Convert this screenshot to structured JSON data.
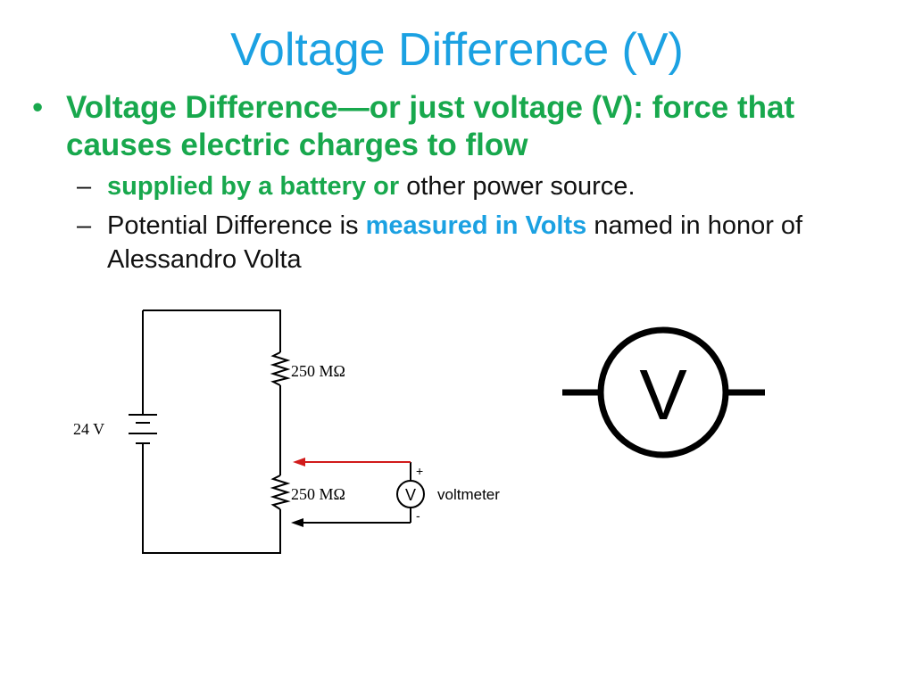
{
  "slide": {
    "title": "Voltage Difference (V)",
    "bullet1": {
      "marker": "•",
      "text": "Voltage Difference—or  just voltage (V): force that causes electric charges to flow"
    },
    "sub1": {
      "marker": "–",
      "highlight": "supplied by a battery or",
      "rest": " other power source."
    },
    "sub2": {
      "marker": "–",
      "before": "Potential Difference is ",
      "highlight": "measured in Volts",
      "after": " named in honor of Alessandro Volta"
    }
  },
  "circuit": {
    "battery_label": "24 V",
    "resistor1_label": "250 MΩ",
    "resistor2_label": "250 MΩ",
    "meter_symbol": "V",
    "plus": "+",
    "minus": "-",
    "meter_label": "voltmeter"
  },
  "symbol": {
    "letter": "V"
  },
  "colors": {
    "title": "#1ba1e2",
    "green": "#18a84d",
    "blue": "#1ba1e2",
    "probe_red": "#d11b1b"
  }
}
